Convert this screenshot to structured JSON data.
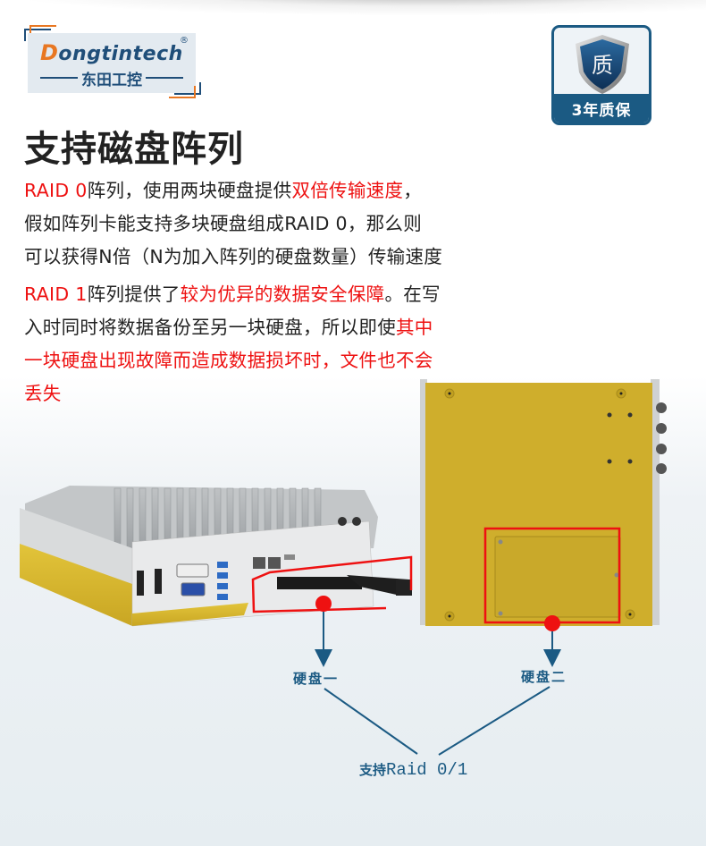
{
  "brand": {
    "name_en": "Dongtintech",
    "name_en_first": "D",
    "name_en_rest": "ongtintech",
    "registered_mark": "®",
    "name_cn": "东田工控",
    "colors": {
      "primary": "#1f4e79",
      "accent": "#e87722"
    }
  },
  "warranty_badge": {
    "shield_glyph": "质",
    "label": "3年质保",
    "color": "#1b5a83"
  },
  "page_title": "支持磁盘阵列",
  "raid0": {
    "lead_red": "RAID 0",
    "text_1": "阵列，使用两块硬盘提供",
    "highlight_red": "双倍传输速度",
    "text_2": "，",
    "line_2": "假如阵列卡能支持多块硬盘组成RAID 0，那么则",
    "line_3": "可以获得N倍（N为加入阵列的硬盘数量）传输速度"
  },
  "raid1": {
    "lead_red": "RAID 1",
    "text_1": "阵列提供了",
    "highlight_red_1": "较为优异的数据安全保障",
    "text_2": "。在写",
    "line_2_black": "入时同时将数据备份至另一块硬盘，所以即使",
    "line_2_red": "其中",
    "line_3_red": "一块硬盘出现故障而造成数据损坏时，文件也不会",
    "line_4_red": "丢失"
  },
  "diagram": {
    "disk1_label": "硬盘一",
    "disk2_label": "硬盘二",
    "raid_label_cn": "支持",
    "raid_label_en": "Raid 0/1",
    "line_color": "#1b5a83",
    "highlight_color": "#ee1111"
  },
  "colors": {
    "text": "#222222",
    "highlight": "#ee1111",
    "device_yellow": "#d4b42a",
    "device_gray": "#c9cbcc"
  }
}
